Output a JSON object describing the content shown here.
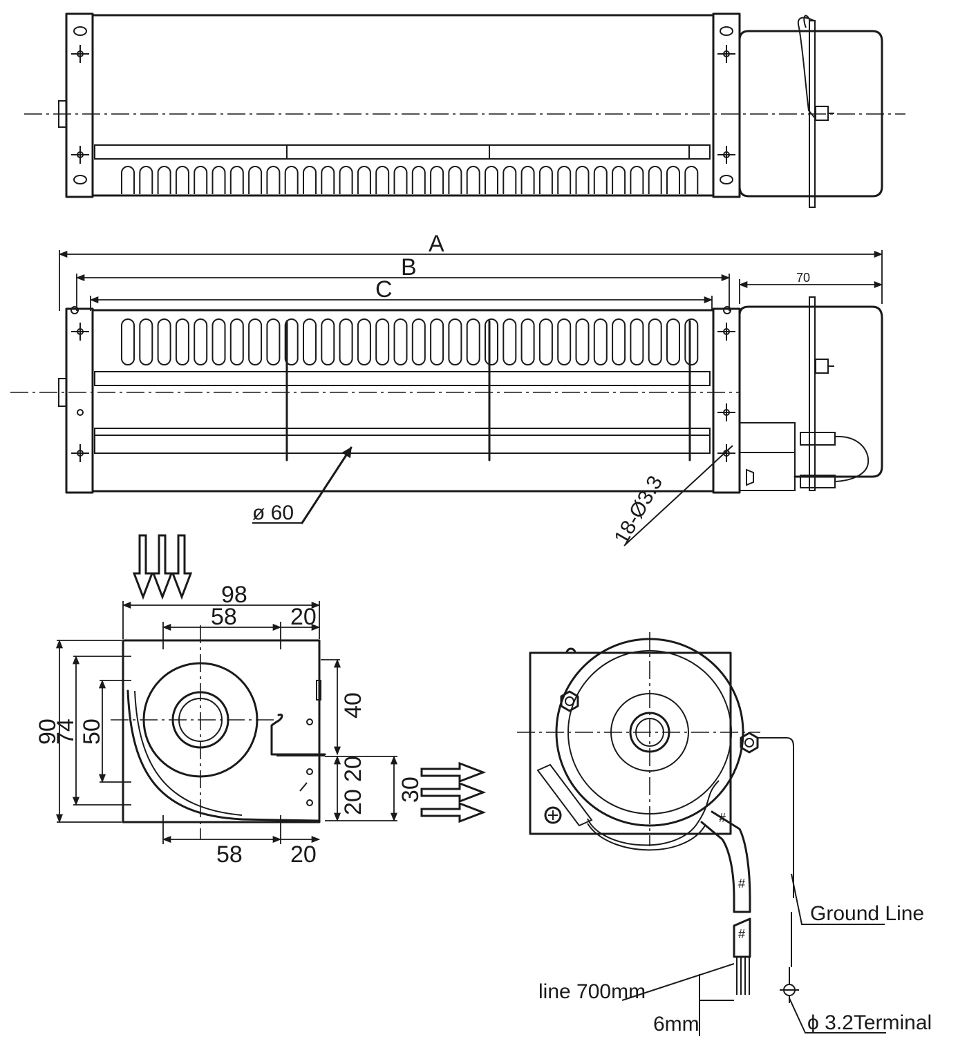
{
  "top_view": {},
  "front_view": {
    "dim_a": "A",
    "dim_b": "B",
    "dim_c": "C",
    "dim_motor": "70",
    "impeller_dia": "ø 60",
    "holes": "18-Ø3.3"
  },
  "side_view": {
    "width_total": "98",
    "width_inlet_top": "58",
    "width_gap_top": "20",
    "height_total": "90",
    "height_74": "74",
    "height_50": "50",
    "outlet_40": "40",
    "outlet_20a": "20",
    "outlet_20b": "20",
    "outlet_30": "30",
    "width_inlet_bottom": "58",
    "width_gap_bottom": "20"
  },
  "end_view": {
    "ground_line": "Ground Line",
    "line_length": "line 700mm",
    "strip": "6mm",
    "terminal": "ϕ 3.2Terminal"
  }
}
